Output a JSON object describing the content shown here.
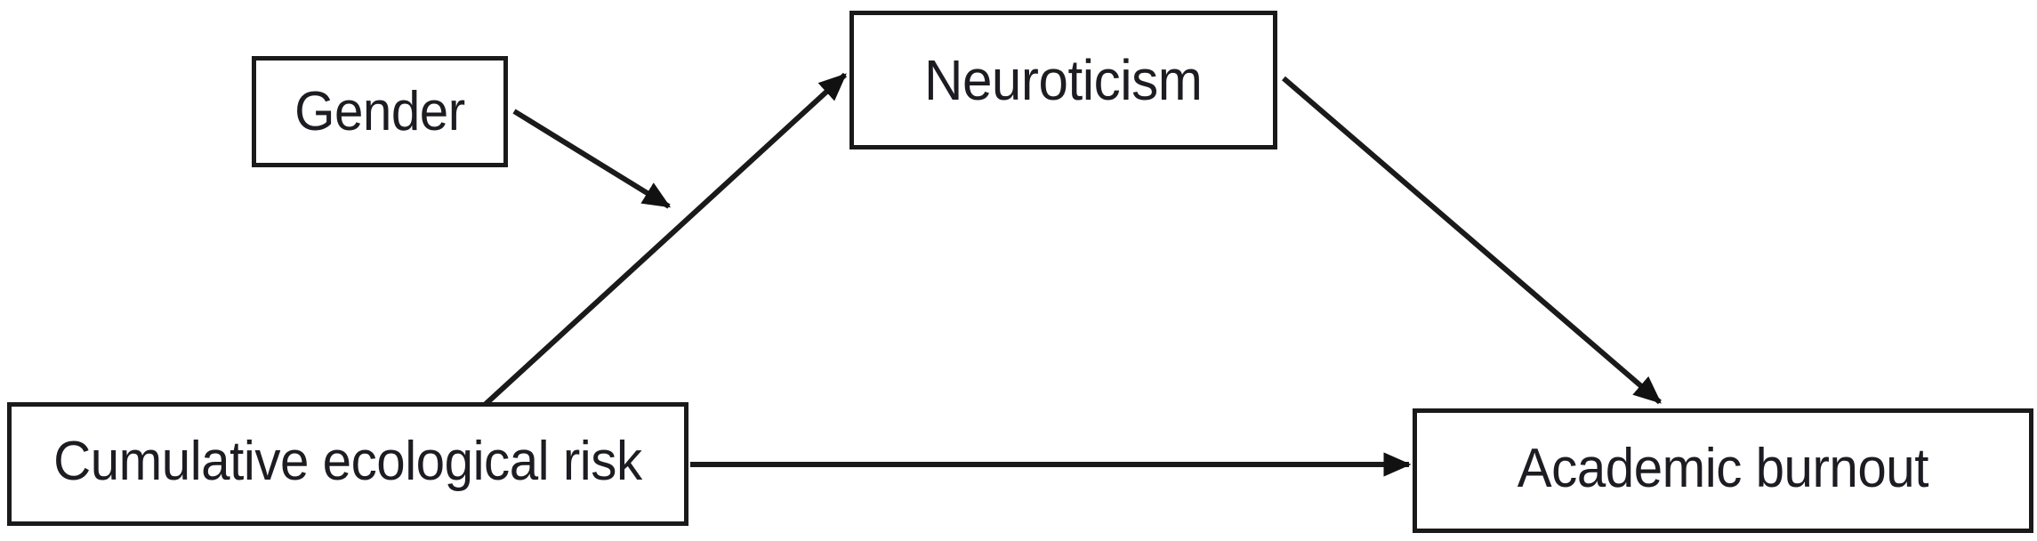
{
  "diagram": {
    "type": "path-model",
    "background_color": "#ffffff",
    "line_color": "#1a1a1a",
    "text_color": "#1c1c22",
    "nodes": [
      {
        "id": "gender",
        "label": "Gender"
      },
      {
        "id": "neuroticism",
        "label": "Neuroticism"
      },
      {
        "id": "cer",
        "label": "Cumulative ecological risk"
      },
      {
        "id": "burnout",
        "label": "Academic burnout"
      }
    ],
    "edges": [
      {
        "id": "gender-to-path",
        "from": "gender",
        "to": "cer-neuroticism-path",
        "style": "solid-arrow",
        "label": ""
      },
      {
        "id": "cer-to-neuroticism",
        "from": "cer",
        "to": "neuroticism",
        "style": "solid-arrow",
        "label": ""
      },
      {
        "id": "neuroticism-to-burnout",
        "from": "neuroticism",
        "to": "burnout",
        "style": "solid-arrow",
        "label": ""
      },
      {
        "id": "cer-to-burnout",
        "from": "cer",
        "to": "burnout",
        "style": "solid-arrow",
        "label": ""
      }
    ]
  }
}
